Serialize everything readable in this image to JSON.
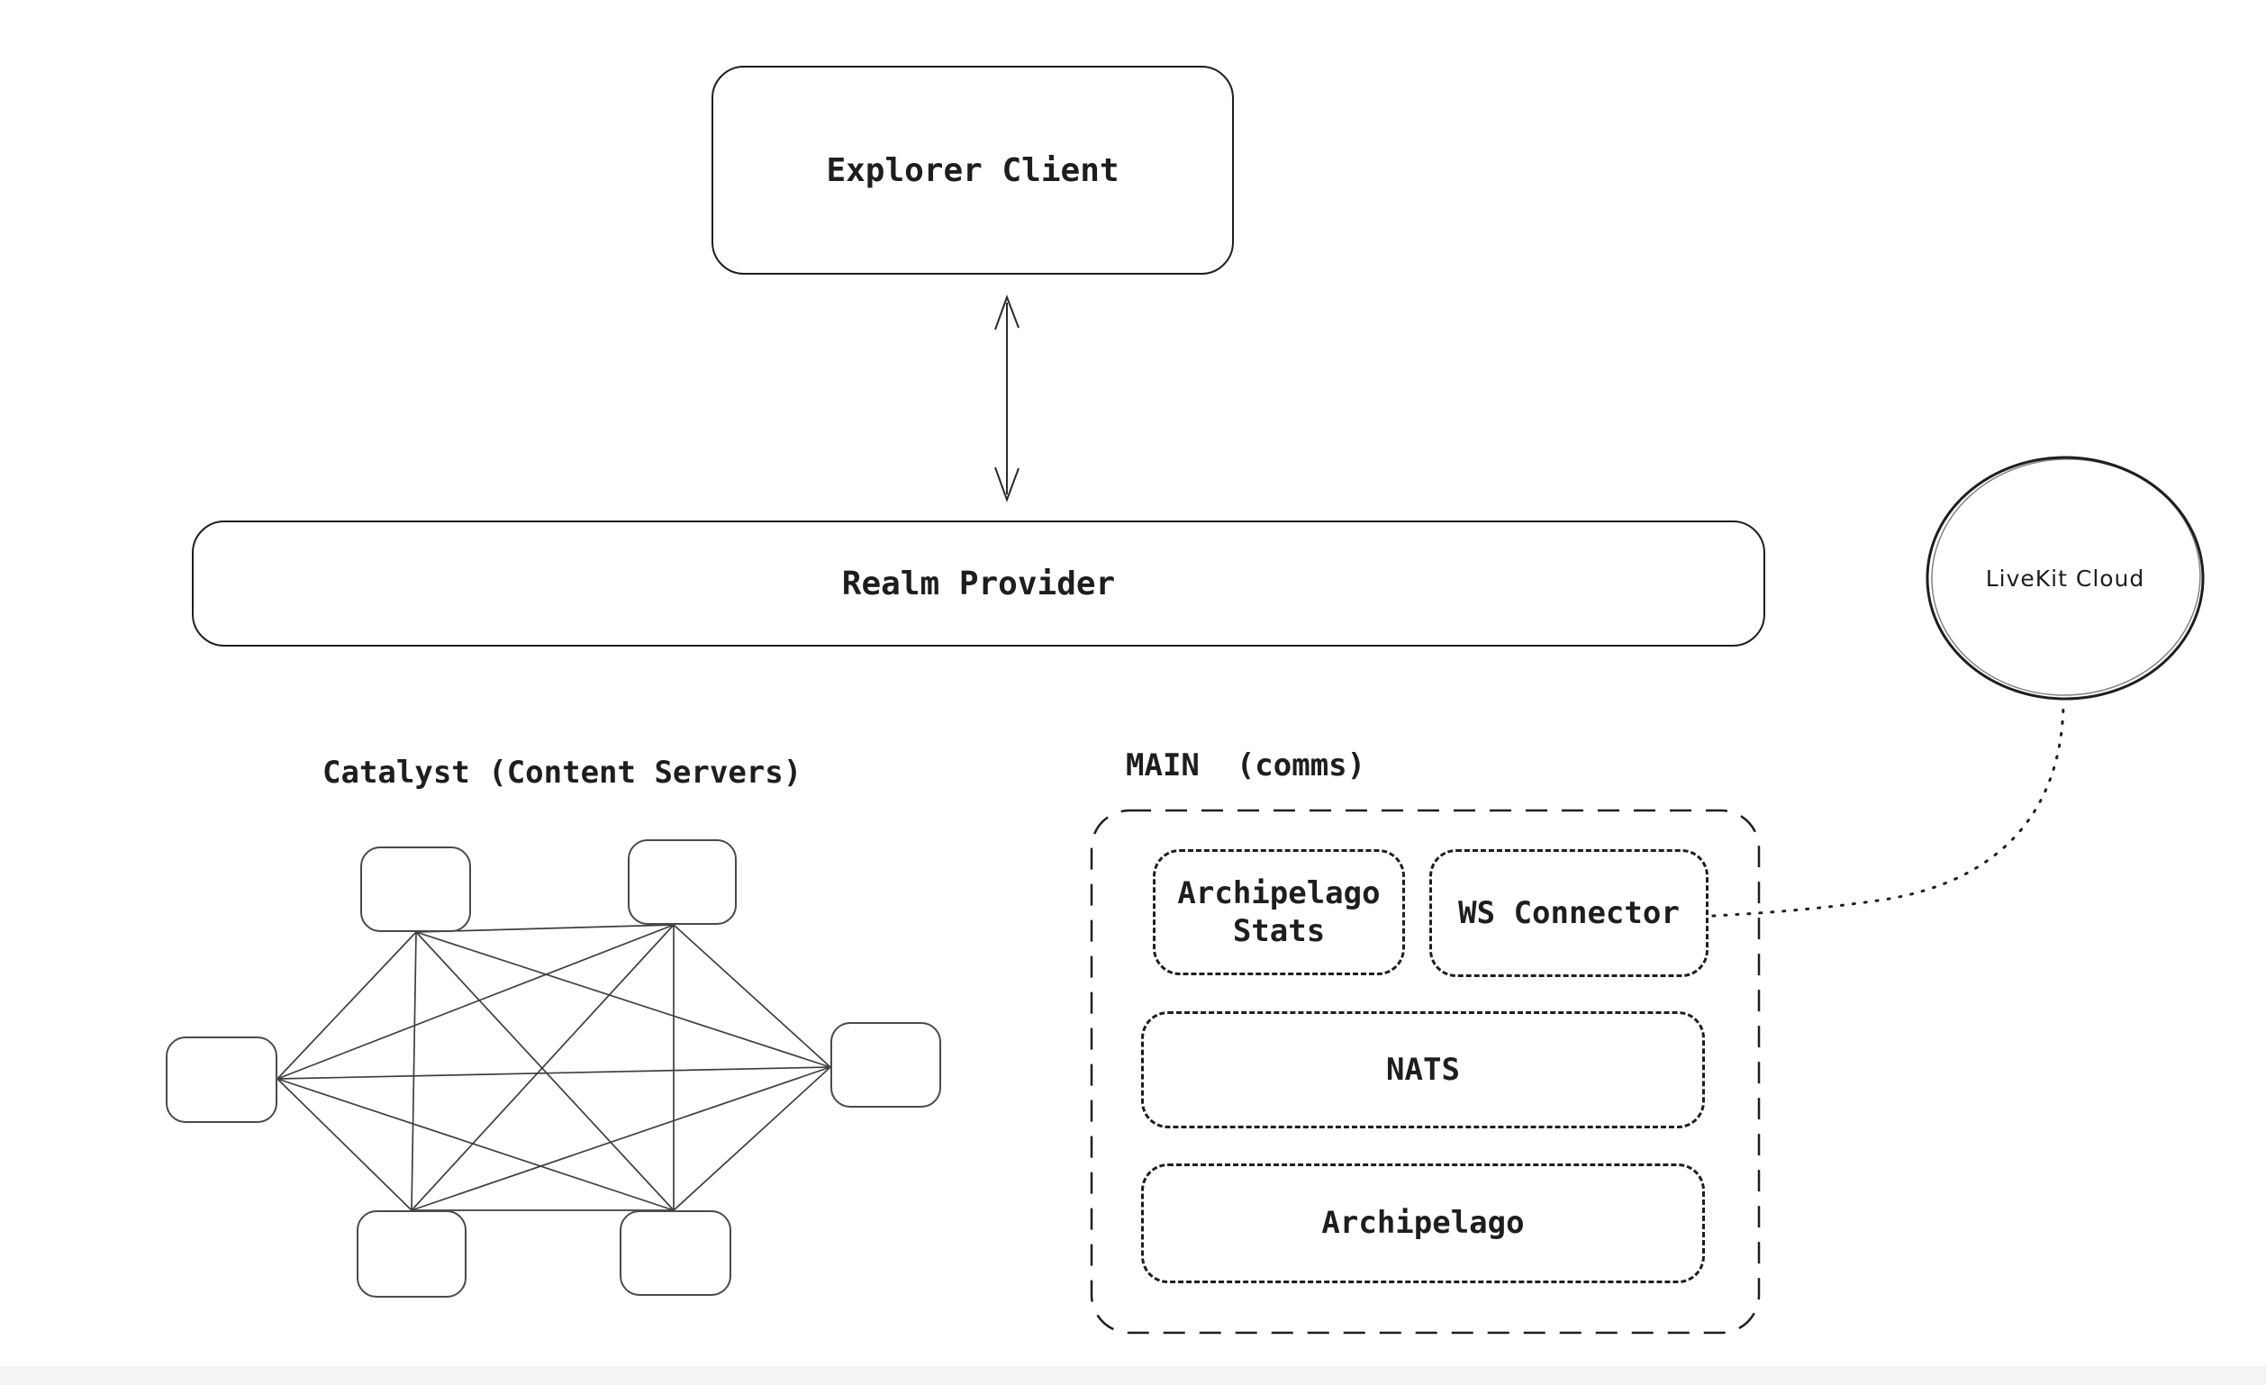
{
  "colors": {
    "background": "#ffffff",
    "stroke": "#1e1e1e",
    "mesh_line": "#3f3f3f",
    "footer_strip": "#f4f4f4"
  },
  "boxes": {
    "explorer_client": {
      "label": "Explorer Client"
    },
    "realm_provider": {
      "label": "Realm Provider"
    }
  },
  "sections": {
    "catalyst": {
      "title": "Catalyst (Content Servers)",
      "node_count": 6,
      "topology": "full-mesh"
    },
    "main": {
      "title": "MAIN  (comms)",
      "children": {
        "archipelago_stats": {
          "label": "Archipelago Stats"
        },
        "ws_connector": {
          "label": "WS Connector"
        },
        "nats": {
          "label": "NATS"
        },
        "archipelago": {
          "label": "Archipelago"
        }
      }
    }
  },
  "cloud": {
    "label": "LiveKit Cloud"
  },
  "connections": [
    {
      "from": "explorer_client",
      "to": "realm_provider",
      "style": "double-arrow"
    },
    {
      "from": "ws_connector",
      "to": "livekit_cloud",
      "style": "dotted"
    }
  ]
}
